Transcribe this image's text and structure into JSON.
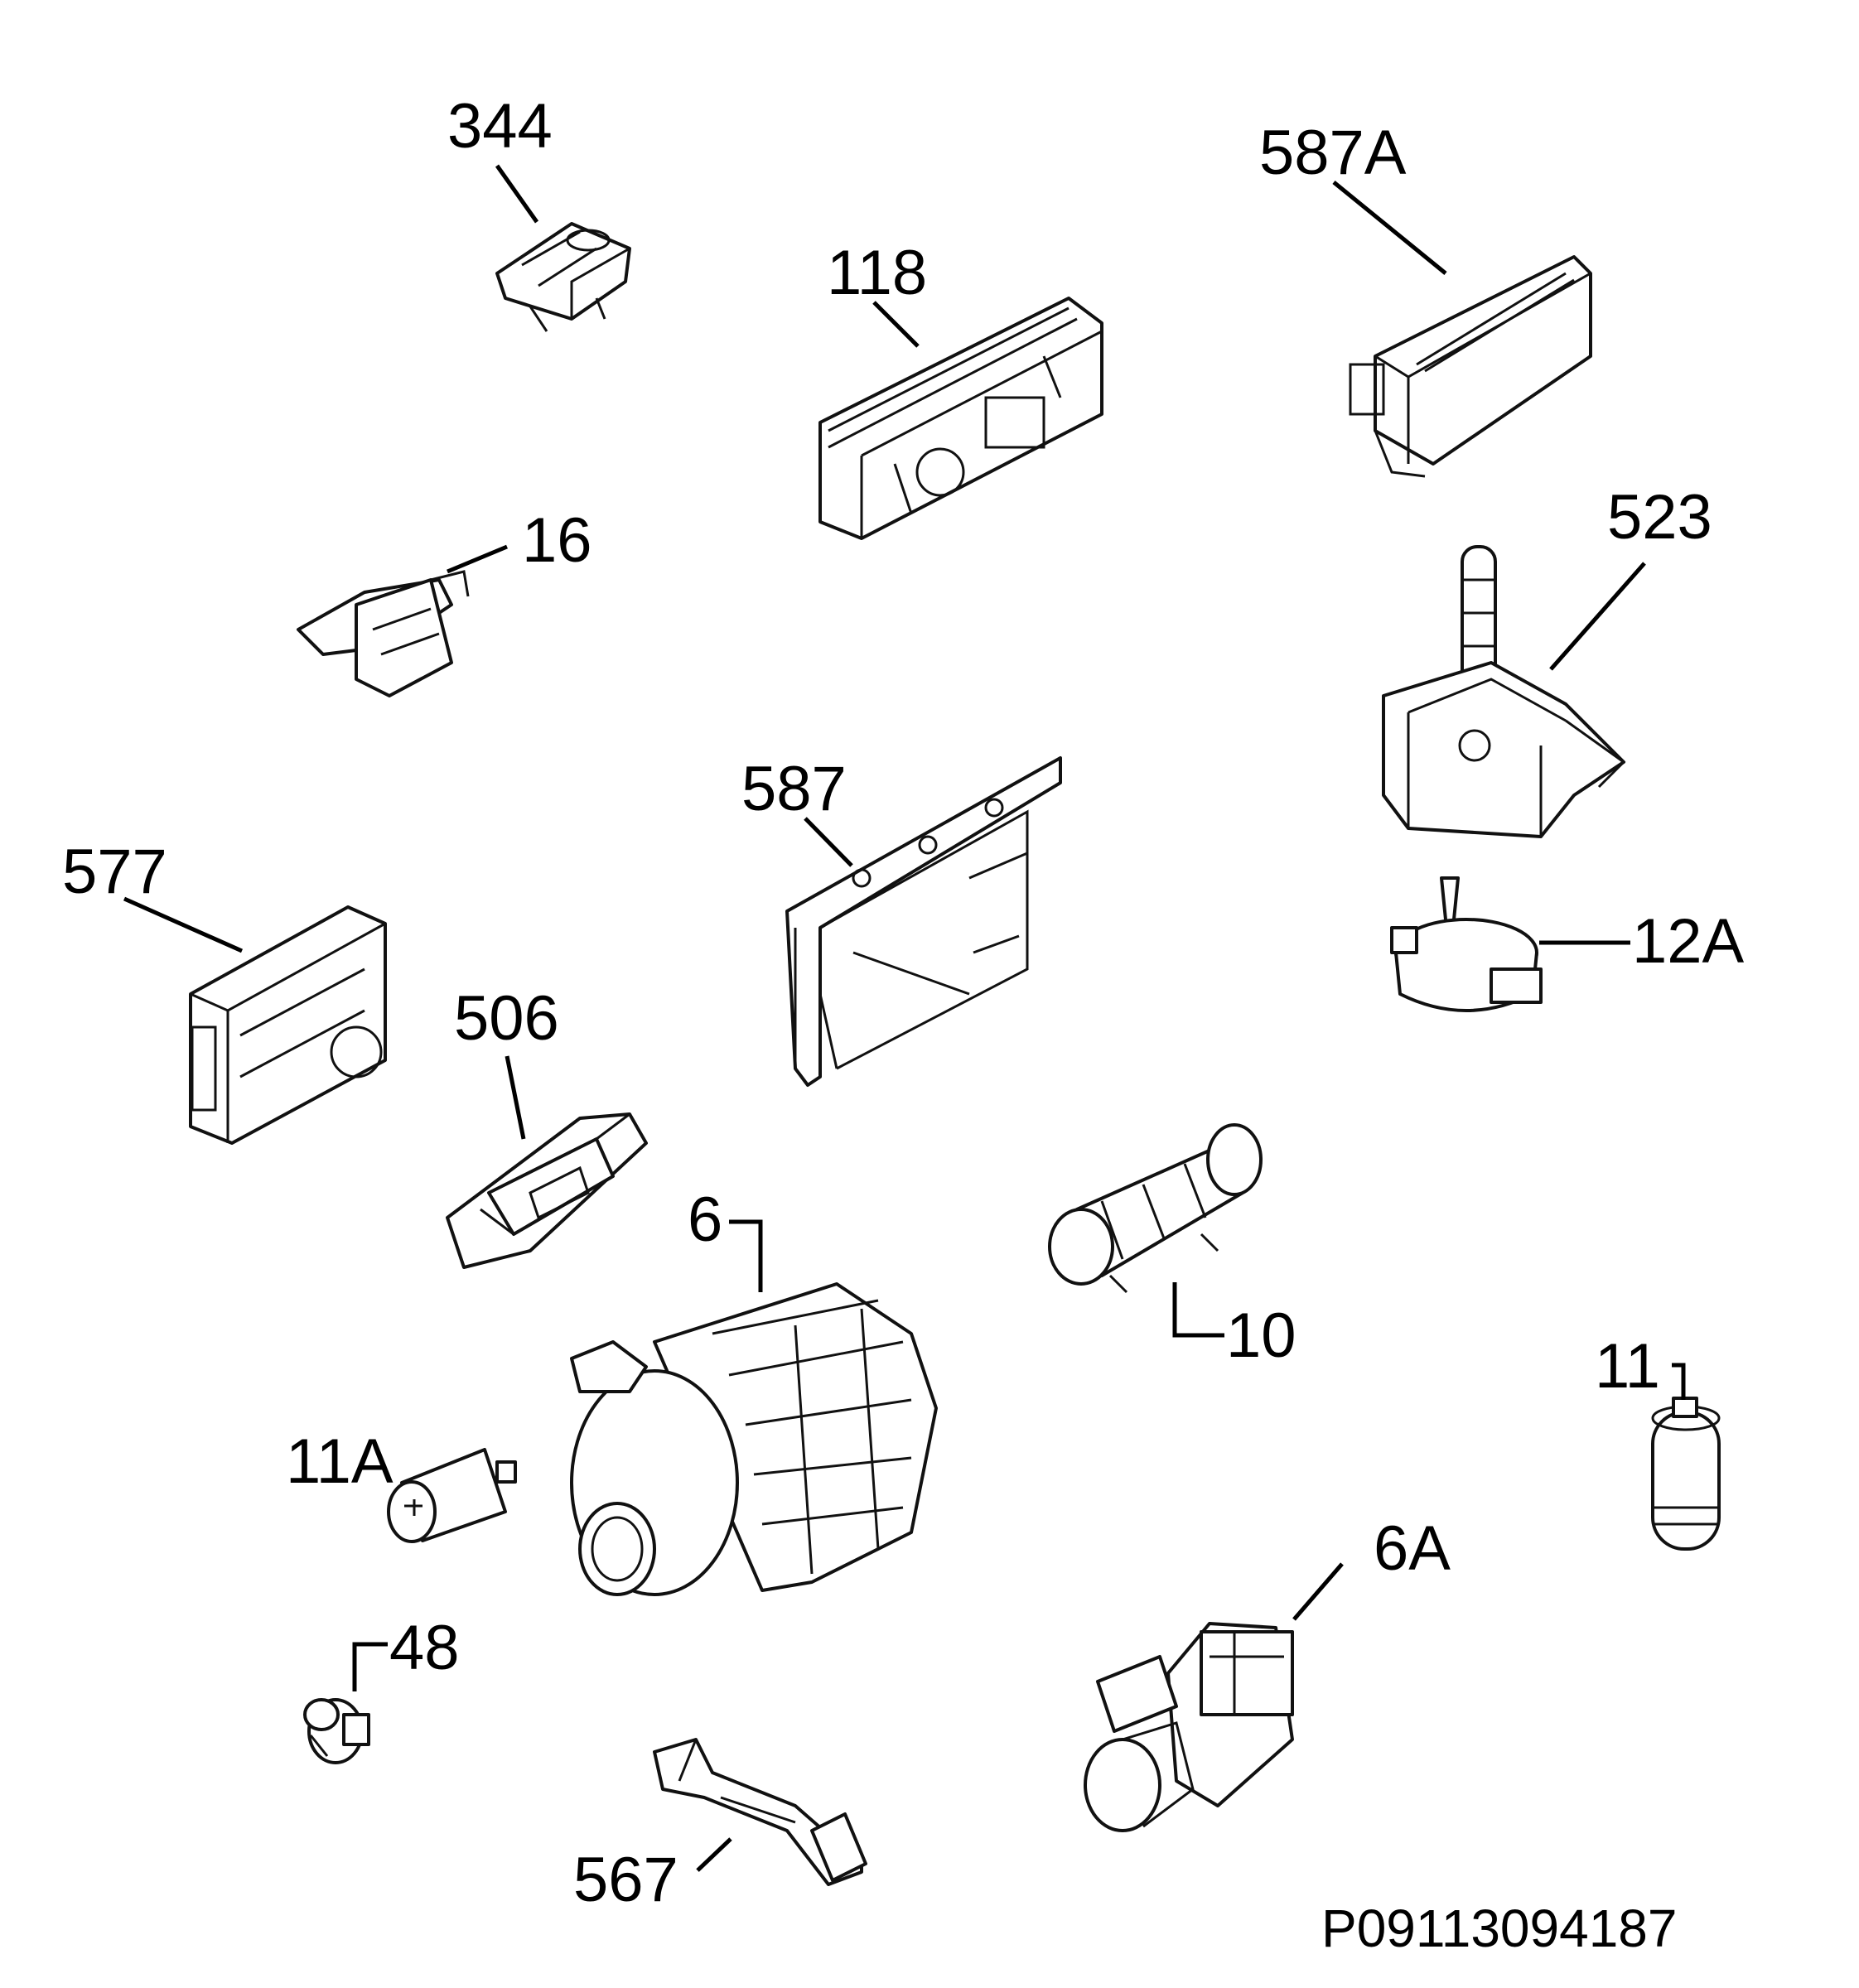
{
  "diagram": {
    "document_id": "P09113094187",
    "parts": [
      {
        "id": "344",
        "label": "344"
      },
      {
        "id": "587A",
        "label": "587A"
      },
      {
        "id": "118",
        "label": "118"
      },
      {
        "id": "16",
        "label": "16"
      },
      {
        "id": "523",
        "label": "523"
      },
      {
        "id": "587",
        "label": "587"
      },
      {
        "id": "577",
        "label": "577"
      },
      {
        "id": "12A",
        "label": "12A"
      },
      {
        "id": "506",
        "label": "506"
      },
      {
        "id": "6",
        "label": "6"
      },
      {
        "id": "10",
        "label": "10"
      },
      {
        "id": "11",
        "label": "11"
      },
      {
        "id": "11A",
        "label": "11A"
      },
      {
        "id": "6A",
        "label": "6A"
      },
      {
        "id": "48",
        "label": "48"
      },
      {
        "id": "567",
        "label": "567"
      }
    ]
  }
}
